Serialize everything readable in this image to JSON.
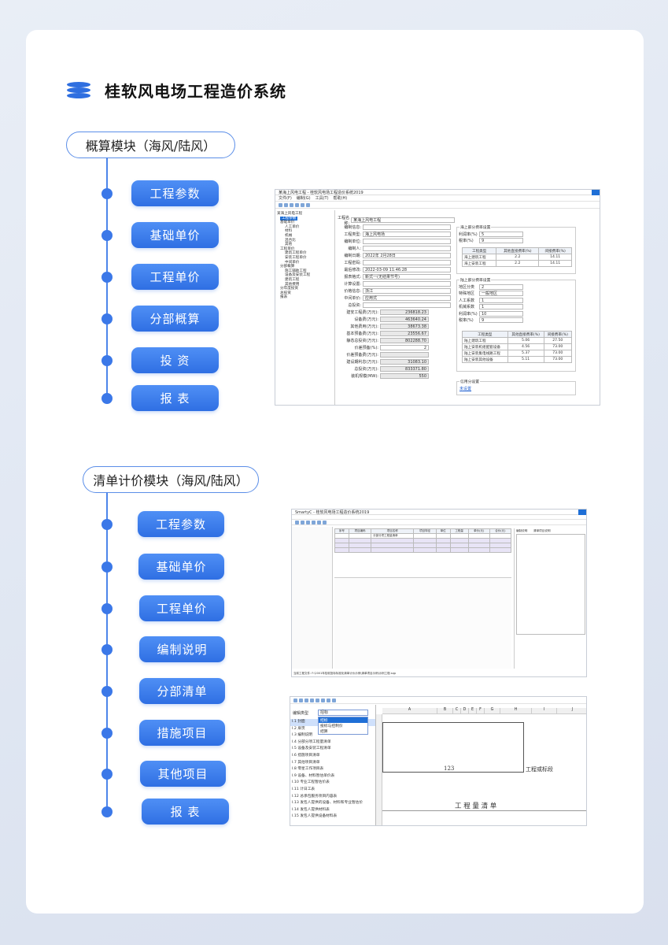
{
  "title": "桂软风电场工程造价系统",
  "module1": {
    "label": "概算模块（海风/陆风）",
    "items": [
      "工程参数",
      "基础单价",
      "工程单价",
      "分部概算",
      "投  资",
      "报  表"
    ]
  },
  "module2": {
    "label": "清单计价模块（海风/陆风）",
    "items": [
      "工程参数",
      "基础单价",
      "工程单价",
      "编制说明",
      "分部清单",
      "措施项目",
      "其他项目",
      "报  表"
    ]
  },
  "shot1": {
    "window_title": "某海上风电工程 - 桂软风电场工程造价系统2019",
    "menu": [
      "文件(F)",
      "编制(G)",
      "工具(T)",
      "帮助(H)"
    ],
    "tree": [
      "某海上风电工程",
      "工程参数",
      "基础单价",
      "人工单价",
      "材料",
      "机械",
      "混合比",
      "其他",
      "工程单价",
      "建筑工程单价",
      "安装工程单价",
      "中间单价",
      "分部概算",
      "施工辅助工程",
      "设备及安装工程",
      "建筑工程",
      "其他费用",
      "分年度投资",
      "总投资",
      "报表"
    ],
    "left_fields": [
      {
        "k": "工程名称:",
        "v": "某海上风电工程"
      },
      {
        "k": "编制信息:",
        "v": ""
      },
      {
        "k": "工程类型:",
        "v": "海上风电场"
      },
      {
        "k": "编制单位:",
        "v": ""
      },
      {
        "k": "编制人:",
        "v": ""
      },
      {
        "k": "编制日期:",
        "v": "2022年 2月28日"
      },
      {
        "k": "工程密码:",
        "v": ""
      },
      {
        "k": "最后修改:",
        "v": "2022-03-09 11:46:28"
      },
      {
        "k": "报表格式:",
        "v": "新式一(无结果节号)"
      },
      {
        "k": "计算设置:",
        "v": ""
      },
      {
        "k": "价格信息:",
        "v": "浙江"
      },
      {
        "k": "中间单价:",
        "v": "应用式"
      },
      {
        "k": "总投资:",
        "v": ""
      },
      {
        "k": "建安工程费(万元):",
        "v": "236818.23"
      },
      {
        "k": "设备费(万元):",
        "v": "463640.24"
      },
      {
        "k": "其他费用(万元):",
        "v": "38673.38"
      },
      {
        "k": "基本预备费(万元):",
        "v": "23556.67"
      },
      {
        "k": "静态总投资(万元):",
        "v": "802288.70"
      },
      {
        "k": "价差预备(%):",
        "v": "2"
      },
      {
        "k": "价差预备费(万元):",
        "v": ""
      },
      {
        "k": "建设期利息(万元):",
        "v": "31083.10"
      },
      {
        "k": "总投资(万元):",
        "v": "833371.80"
      },
      {
        "k": "装机规模(MW):",
        "v": "550"
      }
    ],
    "sea": {
      "title": "海上部分费率设置",
      "rows": [
        {
          "k": "利润率(%)",
          "v": "5"
        },
        {
          "k": "税率(%)",
          "v": "9"
        }
      ],
      "table_head": [
        "工程类型",
        "其他直接费率(%)",
        "间接费率(%)"
      ],
      "table": [
        [
          "海上建筑工程",
          "2.2",
          "14.11"
        ],
        [
          "海上安装工程",
          "2.2",
          "14.11"
        ]
      ]
    },
    "land": {
      "title": "陆上部分费率设置",
      "rows": [
        {
          "k": "地区分类",
          "v": "2"
        },
        {
          "k": "特殊地区",
          "v": "一般地区"
        },
        {
          "k": "人工系数",
          "v": "1"
        },
        {
          "k": "机械系数",
          "v": "1"
        },
        {
          "k": "利润率(%)",
          "v": "10"
        },
        {
          "k": "税率(%)",
          "v": "9"
        }
      ],
      "table_head": [
        "工程类型",
        "其他直接费率(%)",
        "间接费率(%)"
      ],
      "table": [
        [
          "陆上建筑工程",
          "5.06",
          "27.50"
        ],
        [
          "陆上安装机组配套设备",
          "4.56",
          "73.00"
        ],
        [
          "陆上安装集电线路工程",
          "5.37",
          "73.00"
        ],
        [
          "陆上安装其他设备",
          "5.11",
          "73.00"
        ]
      ]
    },
    "credit": {
      "title": "信用分设置",
      "link": "未设置"
    }
  },
  "shot2": {
    "window_title": "SmartyC - 桂软风电场工程造价系统2019",
    "grid_head": [
      "序号",
      "项目编码",
      "项目名称",
      "项目特征",
      "单位",
      "工程量",
      "单价(元)",
      "合价(元)"
    ],
    "grid_sub": "分部分项工程量清单",
    "right_tabs": [
      "编制说明",
      "清单项目说明"
    ],
    "status": "当前工程文件: F:\\2001年桂软投标标准化清单计价示例\\清单项目示例\\示例工程.sqp"
  },
  "shot3": {
    "label": "编辑类型",
    "select": "招标",
    "options": [
      "招标",
      "投标与控制价",
      "结算"
    ],
    "list": [
      "I.1 封面",
      "I.2 扉页",
      "I.3 编制说明",
      "I.4 分部分项工程量清单",
      "I.5 设备及安装工程清单",
      "I.6 措施项目清单",
      "I.7 其他项目清单",
      "I.8 零星工作项目表",
      "I.9 设备、材料暂估单价表",
      "I.10 专业工程暂估价表",
      "I.11 计日工表",
      "I.12 总承包服务项目内容表",
      "I.13 发包人提供的设备、材料和专业暂估价",
      "I.14 发包人提供材料表",
      "I.15 发包人提供设备材料表"
    ],
    "cols": [
      "A",
      "B",
      "C",
      "D",
      "E",
      "F",
      "G",
      "H",
      "I",
      "J"
    ],
    "cell_value": "123",
    "cell_label": "工程或标段",
    "sheet_title": "工 程 量 清 单"
  }
}
